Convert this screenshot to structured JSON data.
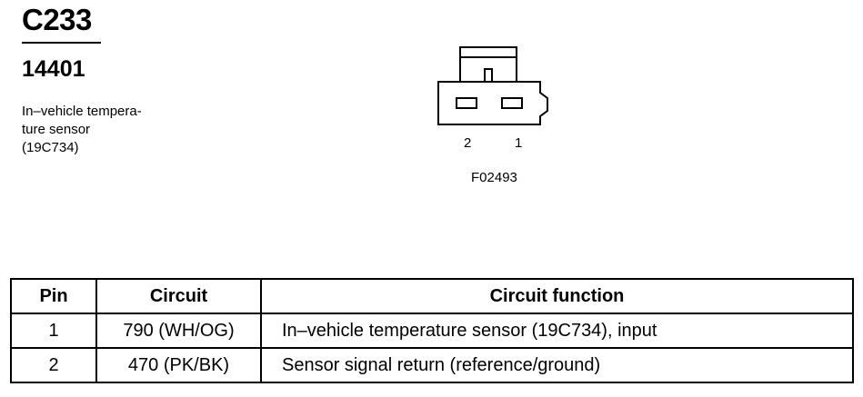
{
  "connector": {
    "id": "C233",
    "part_number": "14401",
    "description_lines": [
      "In–vehicle tempera-",
      "ture sensor",
      "(19C734)"
    ]
  },
  "diagram": {
    "pin_labels": [
      "2",
      "1"
    ],
    "figure_id": "F02493"
  },
  "table": {
    "headers": {
      "pin": "Pin",
      "circuit": "Circuit",
      "function": "Circuit function"
    },
    "rows": [
      {
        "pin": "1",
        "circuit": "790 (WH/OG)",
        "function": "In–vehicle temperature sensor (19C734), input"
      },
      {
        "pin": "2",
        "circuit": "470 (PK/BK)",
        "function": "Sensor signal return (reference/ground)"
      }
    ]
  }
}
